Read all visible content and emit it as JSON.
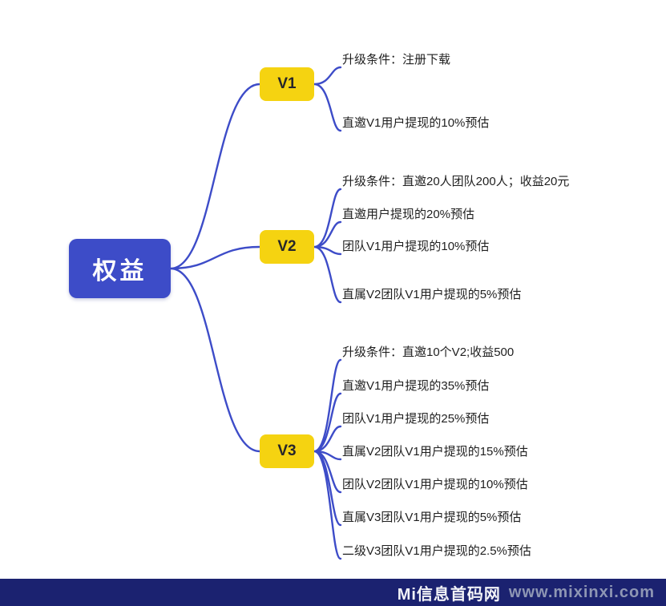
{
  "colors": {
    "root_bg": "#3d4cc8",
    "root_text": "#ffffff",
    "branch_bg": "#f5d311",
    "branch_text": "#26262a",
    "line": "#3d4cc8",
    "leaf_text": "#1f1f1f",
    "footer_bg": "#1b2270",
    "footer_brand": "#f2f3f7",
    "footer_url": "#8e96b4"
  },
  "mindmap": {
    "root": {
      "label": "权益"
    },
    "branches": [
      {
        "label": "V1",
        "leaves": [
          {
            "text": "升级条件：注册下载"
          },
          {
            "text": "直邀V1用户提现的10%预估"
          }
        ]
      },
      {
        "label": "V2",
        "leaves": [
          {
            "text": "升级条件：直邀20人团队200人；收益20元"
          },
          {
            "text": "直邀用户提现的20%预估"
          },
          {
            "text": "团队V1用户提现的10%预估"
          },
          {
            "text": "直属V2团队V1用户提现的5%预估"
          }
        ]
      },
      {
        "label": "V3",
        "leaves": [
          {
            "text": "升级条件：直邀10个V2;收益500"
          },
          {
            "text": "直邀V1用户提现的35%预估"
          },
          {
            "text": "团队V1用户提现的25%预估"
          },
          {
            "text": "直属V2团队V1用户提现的15%预估"
          },
          {
            "text": "团队V2团队V1用户提现的10%预估"
          },
          {
            "text": "直属V3团队V1用户提现的5%预估"
          },
          {
            "text": "二级V3团队V1用户提现的2.5%预估"
          }
        ]
      }
    ]
  },
  "footer": {
    "brand": "Mi信息首码网",
    "url": "www.mixinxi.com"
  }
}
